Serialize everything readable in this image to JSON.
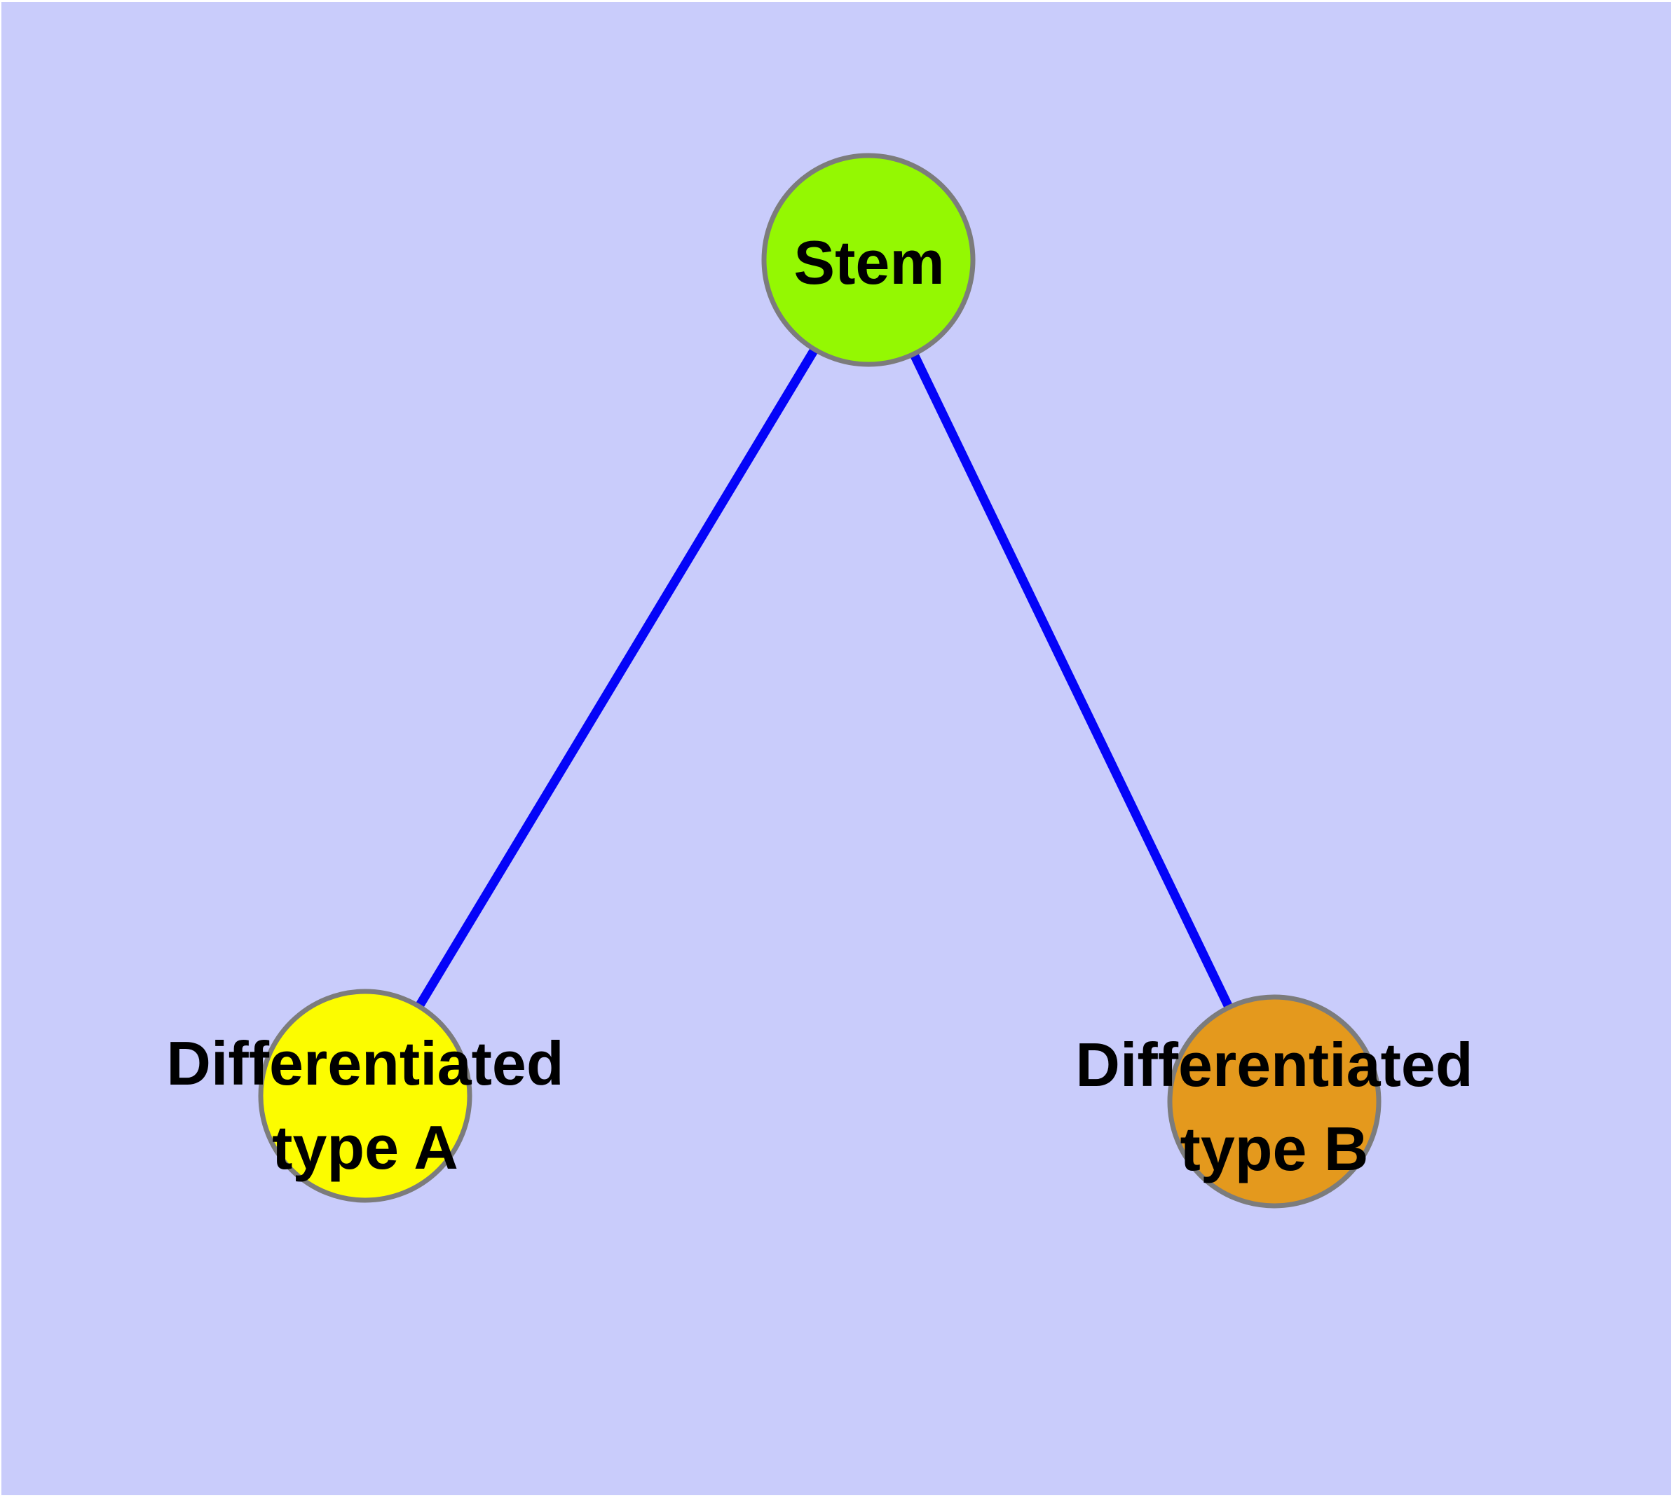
{
  "diagram": {
    "kind": "node-link-graph",
    "nodes": [
      {
        "id": "stem",
        "label": "Stem",
        "fill": "#94F802"
      },
      {
        "id": "type_a",
        "label": "Differentiated type A",
        "label_line1": "Differentiated",
        "label_line2": "type A",
        "fill": "#FCFC00"
      },
      {
        "id": "type_b",
        "label": "Differentiated type B",
        "label_line1": "Differentiated",
        "label_line2": "type B",
        "fill": "#E4991D"
      }
    ],
    "edges": [
      {
        "from": "Stem",
        "to": "Differentiated type A"
      },
      {
        "from": "Stem",
        "to": "Differentiated type B"
      }
    ]
  },
  "colors": {
    "background": "#C9CCFB",
    "page_margin": "#FFFFFF",
    "node_border": "#7C7C7C",
    "edge": "#0404F8",
    "label_text": "#000000"
  }
}
